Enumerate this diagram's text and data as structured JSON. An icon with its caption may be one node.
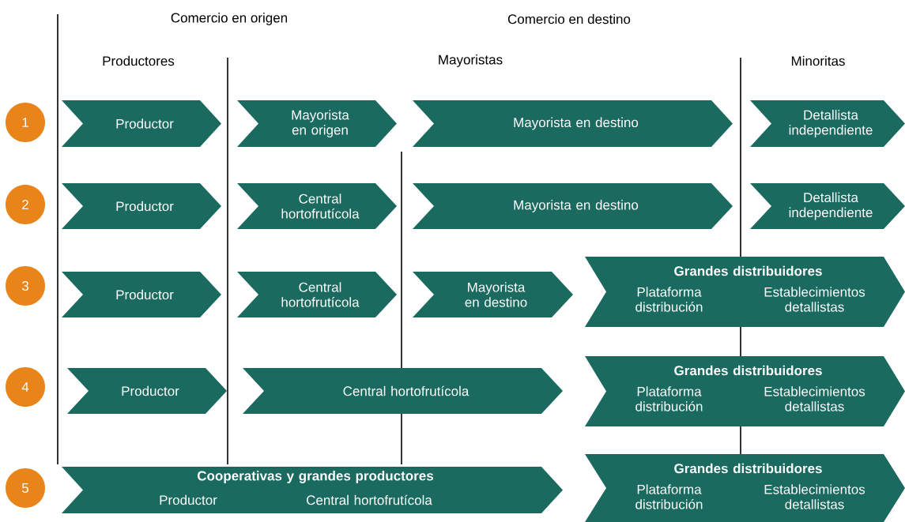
{
  "diagram": {
    "nodes": [
      {
        "text": [
          "1"
        ]
      },
      {
        "text": [
          "Productor"
        ]
      },
      {
        "text": [
          "Mayorista en origen"
        ]
      },
      {
        "text": [
          "Mayorista en destino"
        ]
      },
      {
        "text": [
          "Detallista independiente"
        ]
      },
      {
        "text": [
          "2"
        ]
      },
      {
        "text": [
          "Productor"
        ]
      },
      {
        "text": [
          "Central hortofrutícola"
        ]
      },
      {
        "text": [
          "Mayorista en destino"
        ]
      },
      {
        "text": [
          "Detallista independiente"
        ]
      },
      {
        "text": [
          "3"
        ]
      },
      {
        "text": [
          "Productor"
        ]
      },
      {
        "text": [
          "Central hortofrutícola"
        ]
      },
      {
        "text": [
          "Mayorista en destino"
        ]
      },
      {
        "text": [
          "Grandes distribuidores",
          "Plataforma distribución",
          "Establecimientos detallistas"
        ]
      },
      {
        "text": [
          "4"
        ]
      },
      {
        "text": [
          "Productor"
        ]
      },
      {
        "text": [
          "Central hortofrutícola"
        ]
      },
      {
        "text": [
          "Grandes distribuidores",
          "Plataforma distribución",
          "Establecimientos detallistas"
        ]
      },
      {
        "text": [
          "5"
        ]
      },
      {
        "text": [
          "Cooperativas y grandes productores",
          "Productor",
          "Central hortofrutícola"
        ]
      },
      {
        "text": [
          "Grandes distribuidores",
          "Plataforma distribución",
          "Establecimientos detallistas"
        ]
      }
    ],
    "labels": [
      "Comercio en origen",
      "Comercio en destino",
      "Productores",
      "Mayoristas",
      "Minoritas"
    ]
  }
}
